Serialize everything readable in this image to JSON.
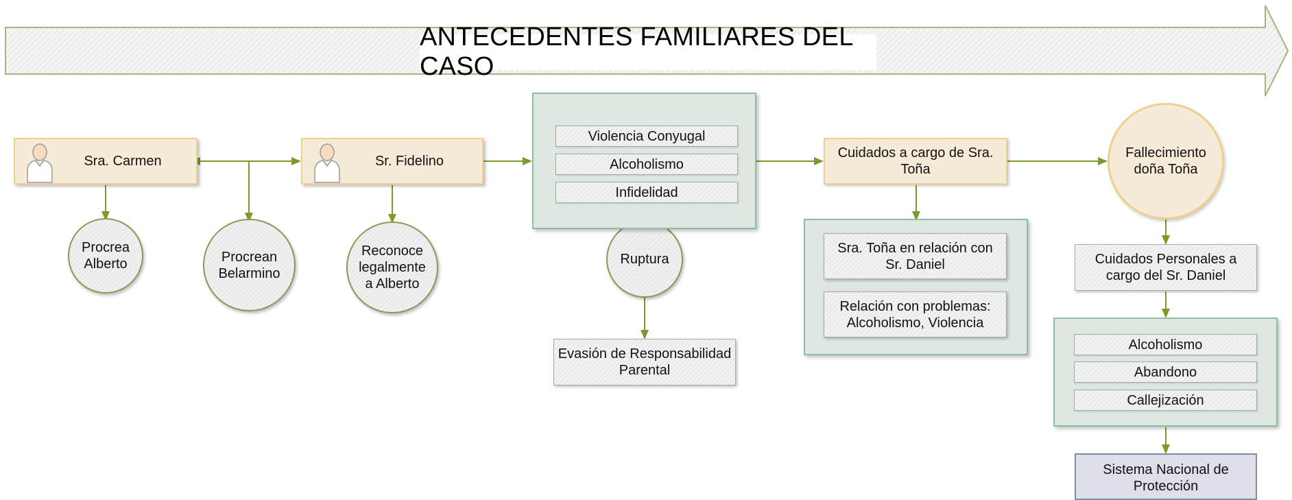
{
  "title": "ANTECEDENTES FAMILIARES DEL CASO",
  "colors": {
    "arrow": "#7a9a2a",
    "person_fill": "#f6ebd8",
    "person_border": "#efd08f",
    "group_fill": "#dfe7e1",
    "group_border": "#8fbca4",
    "circle_border": "#8a9a56",
    "final_fill": "#dde0e8",
    "final_border": "#7f8aa6"
  },
  "people": {
    "carmen": "Sra. Carmen",
    "fidelino": "Sr. Fidelino"
  },
  "events": {
    "procrea_alberto": "Procrea Alberto",
    "procrean_belarmino": "Procrean Belarmino",
    "reconoce_alberto": "Reconoce legalmente a Alberto",
    "ruptura": "Ruptura",
    "evasion": "Evasión de Responsabilidad Parental",
    "cuidados_tona": "Cuidados a cargo de Sra. Toña",
    "fallecimiento": "Fallecimiento doña Toña",
    "cuidados_daniel": "Cuidados Personales a cargo del Sr. Daniel",
    "sistema": "Sistema Nacional de Protección"
  },
  "problems_group": [
    "Violencia Conyugal",
    "Alcoholismo",
    "Infidelidad"
  ],
  "tona_group": [
    "Sra. Toña en relación con Sr. Daniel",
    "Relación con problemas: Alcoholismo, Violencia"
  ],
  "final_group": [
    "Alcoholismo",
    "Abandono",
    "Callejización"
  ]
}
